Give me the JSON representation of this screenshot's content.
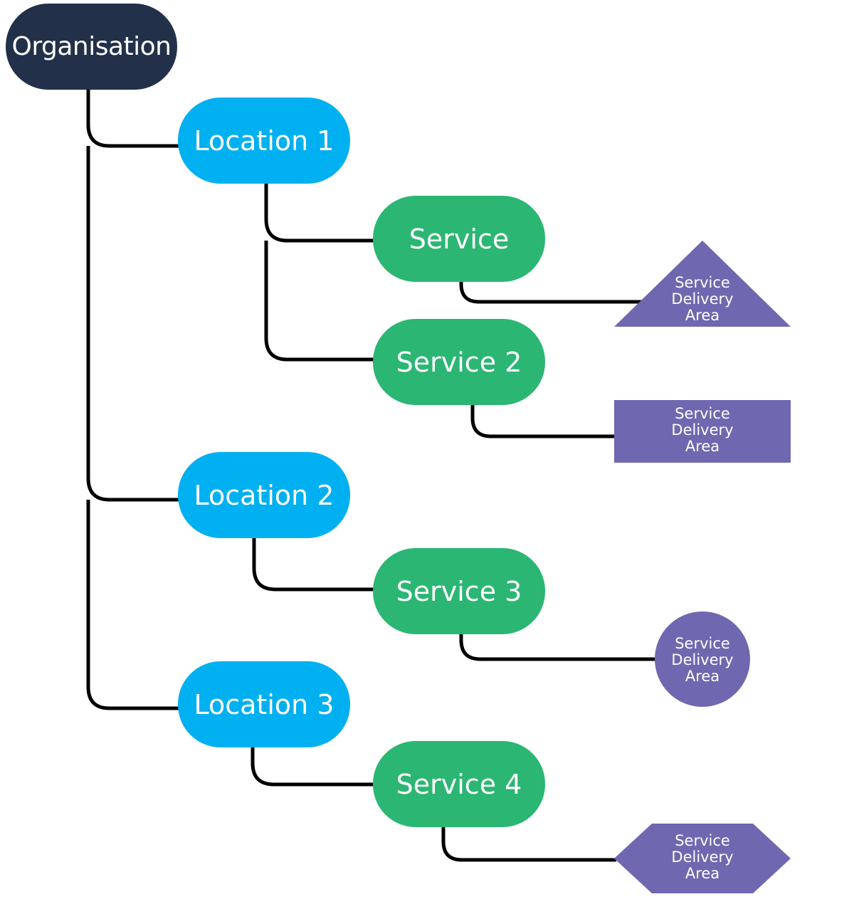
{
  "colors": {
    "organisation": "#22304a",
    "location": "#00b0f0",
    "service": "#2bb673",
    "area": "#6f67b0",
    "connector": "#000000",
    "background": "#ffffff"
  },
  "organisation": {
    "label": "Organisation"
  },
  "locations": [
    {
      "label": "Location 1"
    },
    {
      "label": "Location 2"
    },
    {
      "label": "Location 3"
    }
  ],
  "services": [
    {
      "label": "Service",
      "location": "Location 1"
    },
    {
      "label": "Service 2",
      "location": "Location 1"
    },
    {
      "label": "Service 3",
      "location": "Location 2"
    },
    {
      "label": "Service 4",
      "location": "Location 3"
    }
  ],
  "delivery_areas": [
    {
      "shape": "triangle",
      "service": "Service",
      "lines": [
        "Service",
        "Delivery",
        "Area"
      ]
    },
    {
      "shape": "rectangle",
      "service": "Service 2",
      "lines": [
        "Service",
        "Delivery",
        "Area"
      ]
    },
    {
      "shape": "circle",
      "service": "Service 3",
      "lines": [
        "Service",
        "Delivery",
        "Area"
      ]
    },
    {
      "shape": "hexagon",
      "service": "Service 4",
      "lines": [
        "Service",
        "Delivery",
        "Area"
      ]
    }
  ]
}
